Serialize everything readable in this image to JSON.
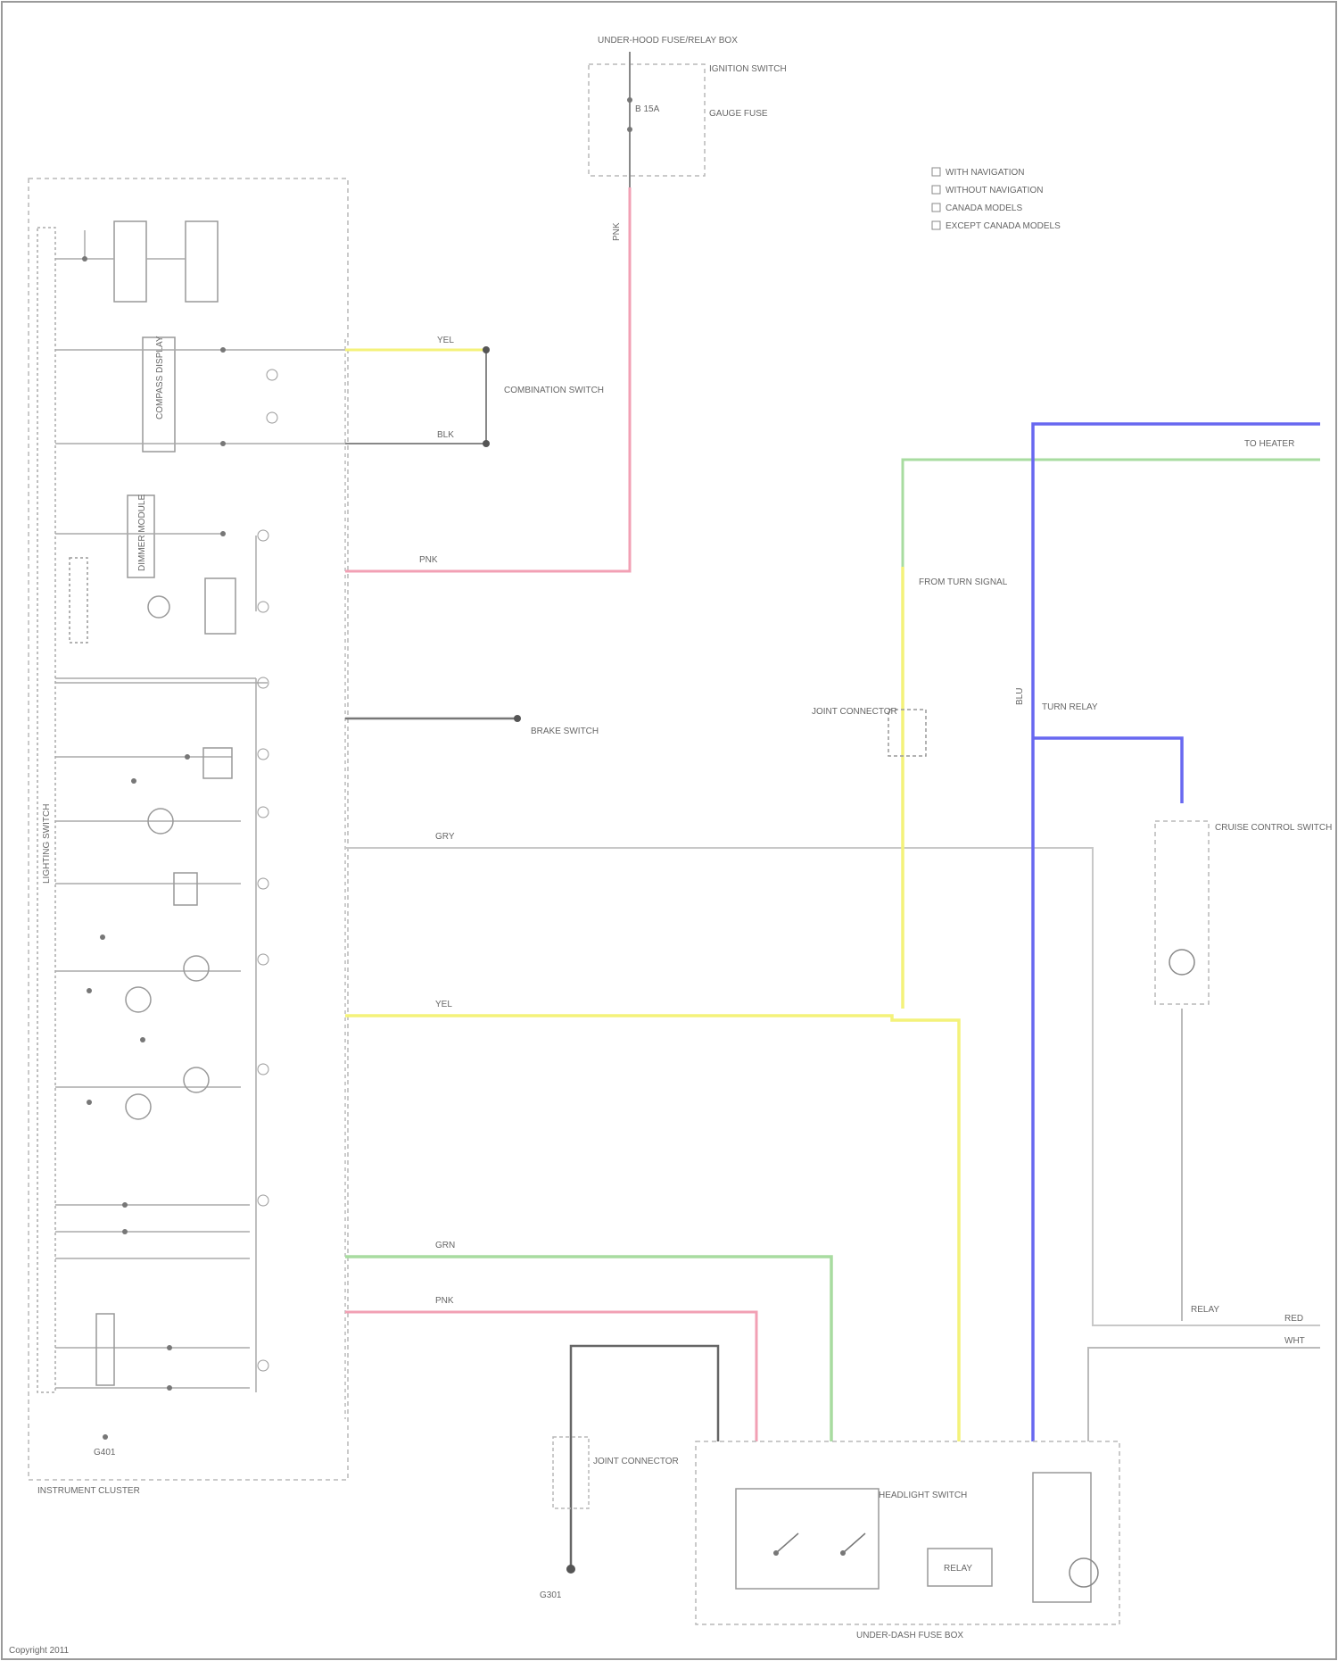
{
  "colors": {
    "background": "#ffffff",
    "frame": "#9a9a9a",
    "wire_default": "#aaaaaa",
    "wire_dark": "#666666",
    "wire_pink": "#f2a0b4",
    "wire_yellow": "#f4f27a",
    "wire_green": "#a8dca0",
    "wire_blue": "#6868f0",
    "box_dashed": "#b8b8b8",
    "text": "#555555"
  },
  "labels": {
    "top_fuse_block": "UNDER-HOOD FUSE/RELAY BOX",
    "top_fuse_note": "IGNITION SWITCH",
    "top_fuse_value": "B 15A",
    "top_fuse_sub": "GAUGE FUSE",
    "instrument_cluster": "INSTRUMENT CLUSTER",
    "compass_display": "COMPASS DISPLAY",
    "dimmer_module": "DIMMER MODULE",
    "lighting_switch": "LIGHTING SWITCH",
    "combination_switch": "COMBINATION SWITCH",
    "turn_relay": "TURN RELAY",
    "brake_switch": "BRAKE SWITCH",
    "joint_connector": "JOINT CONNECTOR",
    "cruise_control_switch": "CRUISE CONTROL SWITCH",
    "ground_left": "G401",
    "ground_bottom": "G301",
    "headlight_switch": "HEADLIGHT SWITCH",
    "relay_box": "RELAY",
    "under_dash_box": "UNDER-DASH FUSE BOX",
    "side_label_mid": "FROM TURN SIGNAL",
    "side_label_top": "TO HEATER",
    "copyright": "Copyright 2011",
    "legend_line1": "WITH NAVIGATION",
    "legend_line2": "WITHOUT NAVIGATION",
    "legend_line3": "CANADA MODELS",
    "legend_line4": "EXCEPT CANADA MODELS"
  },
  "wire_codes": {
    "pnk": "PNK",
    "yel": "YEL",
    "grn": "GRN",
    "blu": "BLU",
    "red": "RED",
    "blk": "BLK",
    "wht": "WHT",
    "gry": "GRY"
  }
}
